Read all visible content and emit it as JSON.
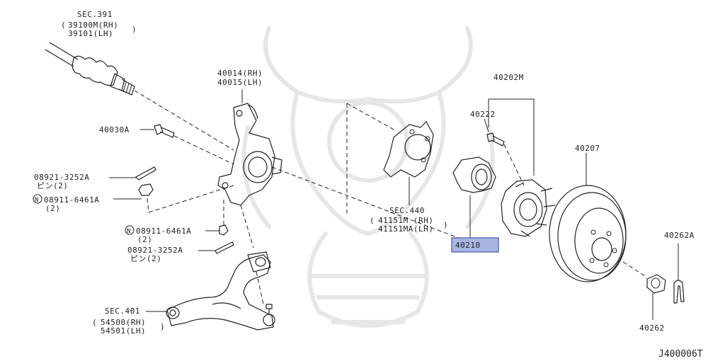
{
  "labels": {
    "sec391": "SEC.391",
    "p39100m": "39100M(RH)",
    "p39101": "39101(LH)",
    "p40014": "40014(RH)",
    "p40015": "40015(LH)",
    "p40030a": "40030A",
    "p08921_a": "08921-3252A",
    "pin2_a": "ピン(2)",
    "p08911_a": "08911-6461A",
    "qty2_a": "(2)",
    "p08911_b": "08911-6461A",
    "qty2_b": "(2)",
    "p08921_b": "08921-3252A",
    "pin2_b": "ピン(2)",
    "sec401": "SEC.401",
    "p54500": "54500(RH)",
    "p54501": "54501(LH)",
    "sec440": "SEC.440",
    "p41151m": "41151M (RH)",
    "p41151ma": "41151MA(LH)",
    "p40210": "40210",
    "p40202m": "40202M",
    "p40222": "40222",
    "p40207": "40207",
    "p40262a": "40262A",
    "p40262": "40262",
    "n_symbol": "N"
  },
  "footer": {
    "diagram_id": "J400006T"
  },
  "highlight": {
    "color": "#a9b6e3",
    "border": "#2a3f9a"
  }
}
